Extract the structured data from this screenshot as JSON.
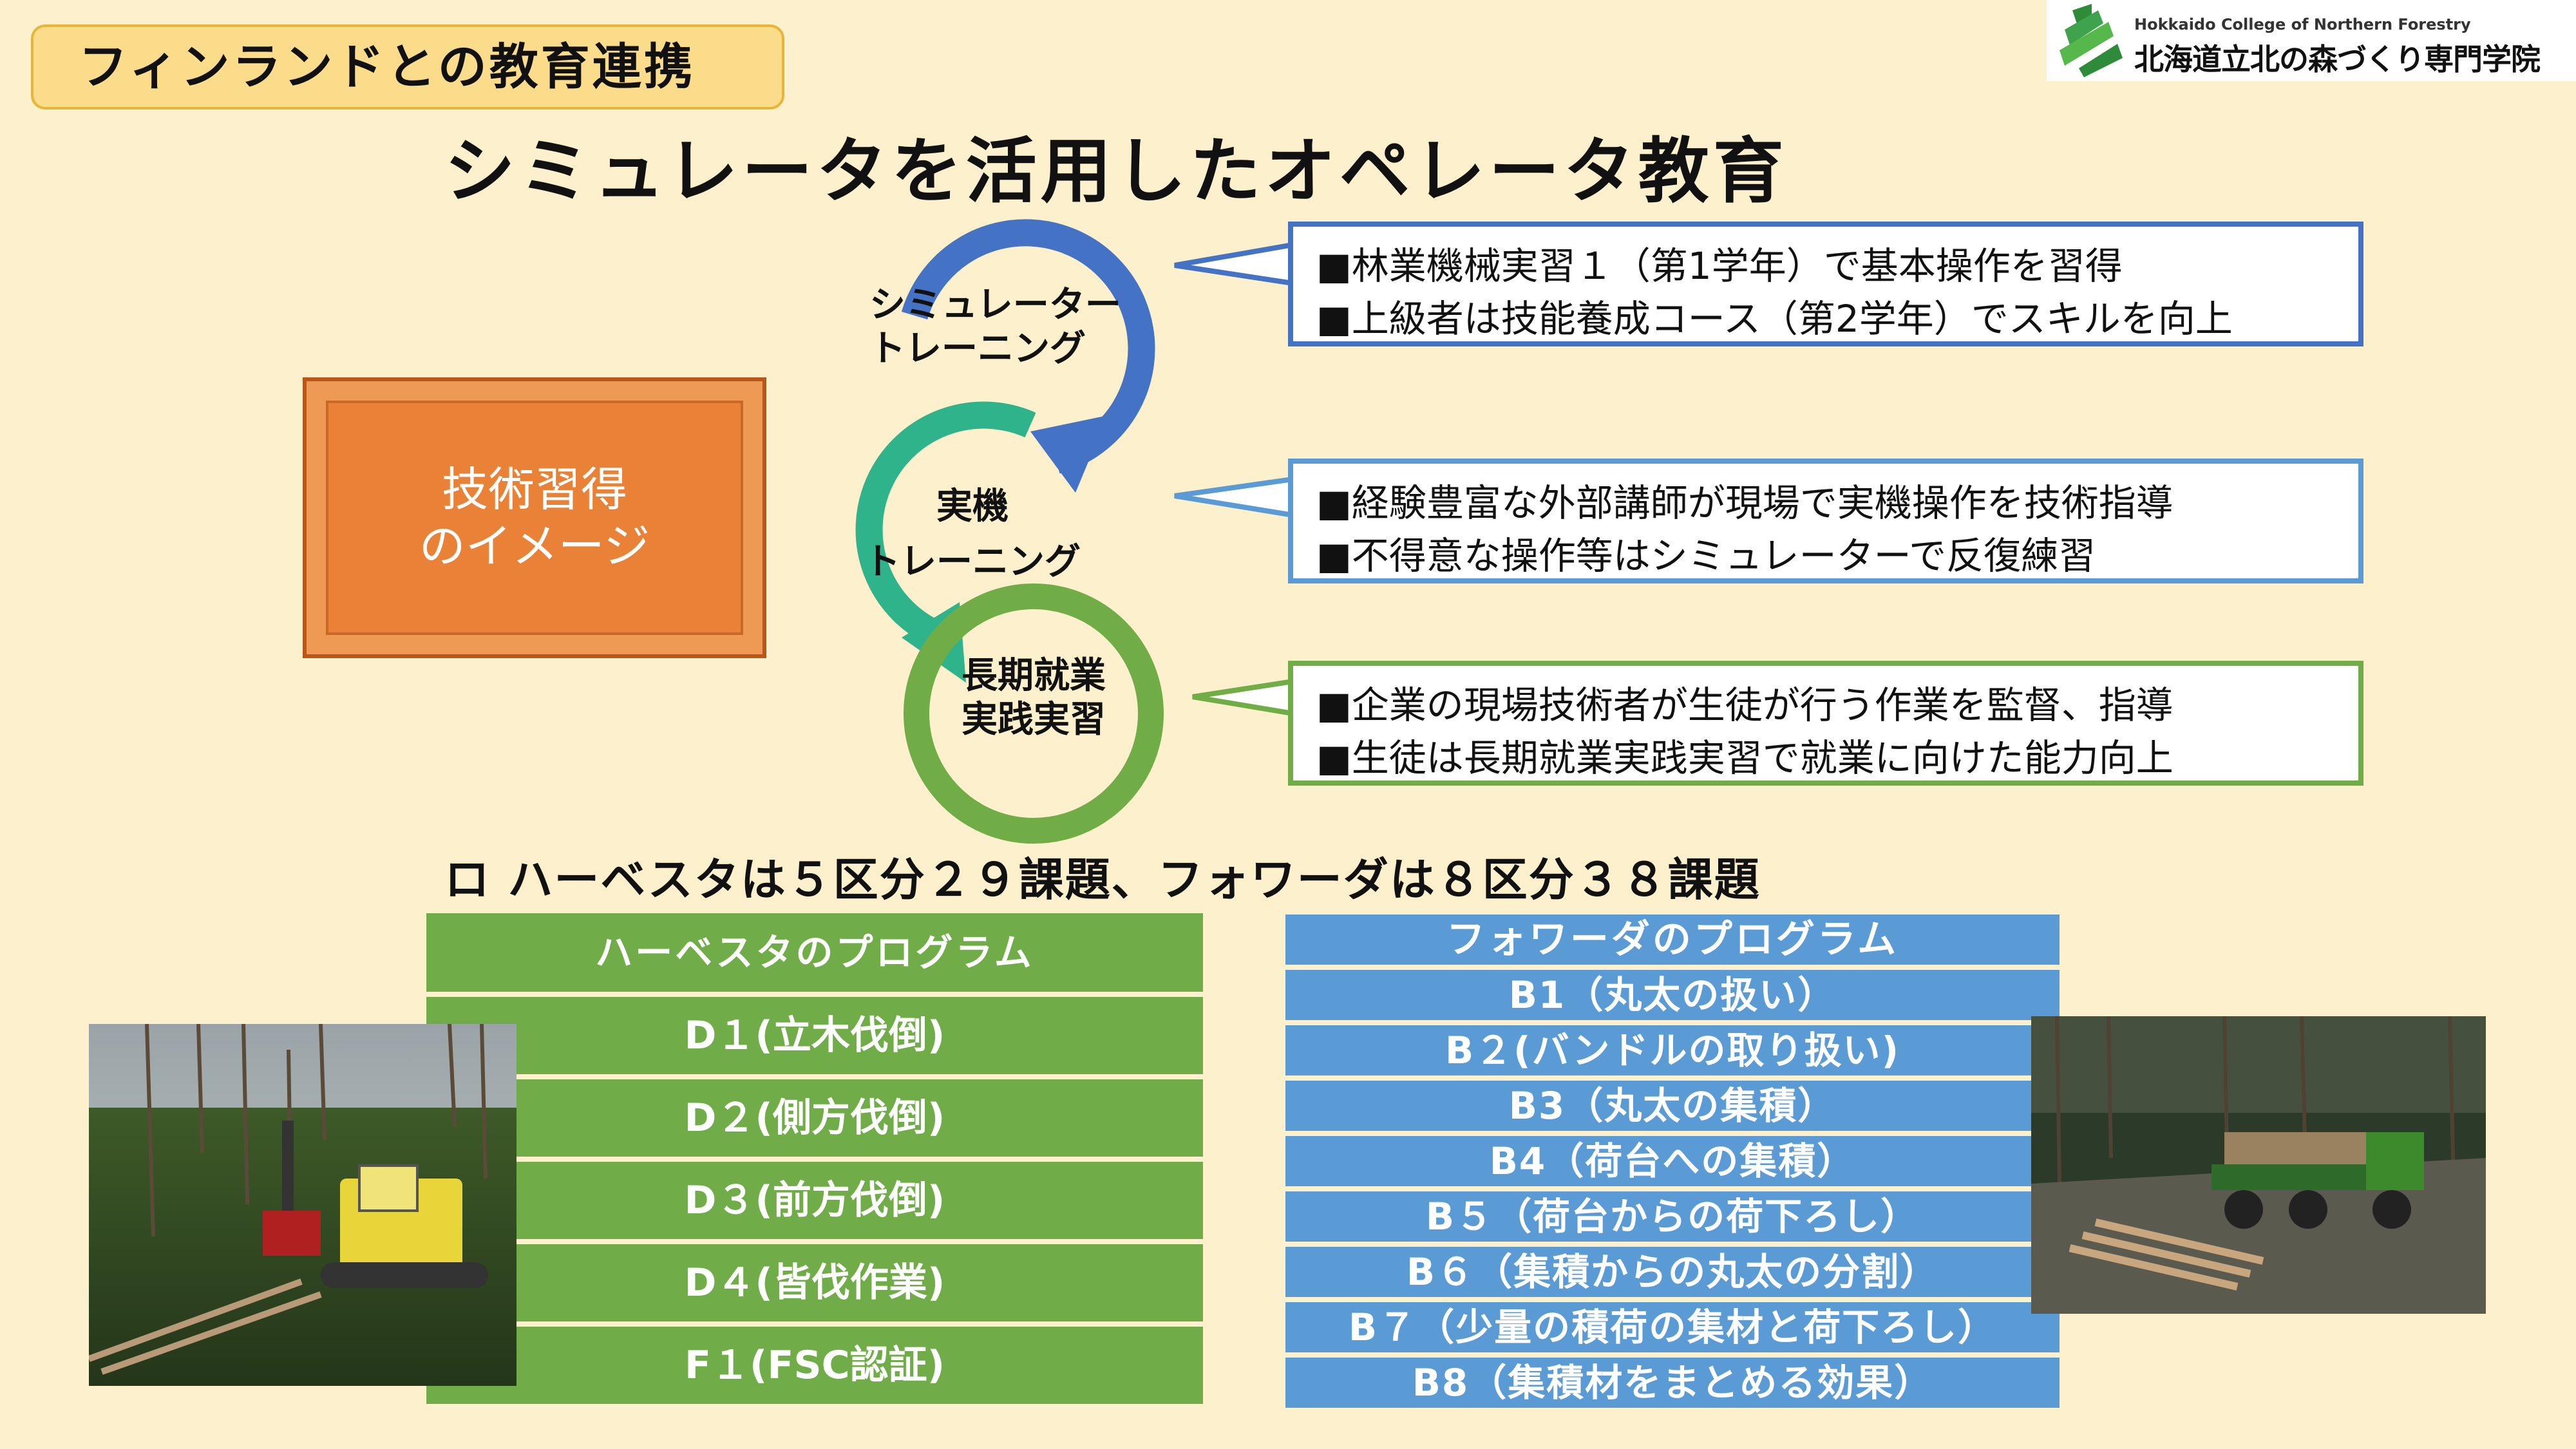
{
  "header": {
    "tag": "フィンランドとの教育連携",
    "title": "シミュレータを活用したオペレータ教育"
  },
  "logo": {
    "english": "Hokkaido College of Northern Forestry",
    "japanese": "北海道立北の森づくり専門学院"
  },
  "image_box": {
    "line1": "技術習得",
    "line2": "のイメージ"
  },
  "cycle": {
    "sim_line1": "シミュレーター",
    "sim_line2": "トレーニング",
    "real_line1": "実機",
    "real_line2": "トレーニング",
    "job_line1": "長期就業",
    "job_line2": "実践実習"
  },
  "callouts": [
    {
      "line1": "■林業機械実習１（第1学年）で基本操作を習得",
      "line2": "■上級者は技能養成コース（第2学年）でスキルを向上",
      "color": "#4472C4"
    },
    {
      "line1": "■経験豊富な外部講師が現場で実機操作を技術指導",
      "line2": "■不得意な操作等はシミュレーターで反復練習",
      "color": "#5B9BD5"
    },
    {
      "line1": "■企業の現場技術者が生徒が行う作業を監督、指導",
      "line2": "■生徒は長期就業実践実習で就業に向けた能力向上",
      "color": "#70AD47"
    }
  ],
  "summary": "ロ ハーベスタは５区分２９課題、フォワーダは８区分３８課題",
  "harvester_program": {
    "header": "ハーベスタのプログラム",
    "items": [
      "D１(立木伐倒)",
      "D２(側方伐倒)",
      "D３(前方伐倒)",
      "D４(皆伐作業)",
      "F１(FSC認証)"
    ],
    "color": "#70AC47"
  },
  "forwarder_program": {
    "header": "フォワーダのプログラム",
    "items": [
      "B1（丸太の扱い）",
      "B２(バンドルの取り扱い)",
      "B3（丸太の集積）",
      "B4（荷台への集積）",
      "B５（荷台からの荷下ろし）",
      "B６（集積からの丸太の分割）",
      "B７（少量の積荷の集材と荷下ろし）",
      "B8（集積材をまとめる効果）"
    ],
    "color": "#5A9BD5"
  }
}
